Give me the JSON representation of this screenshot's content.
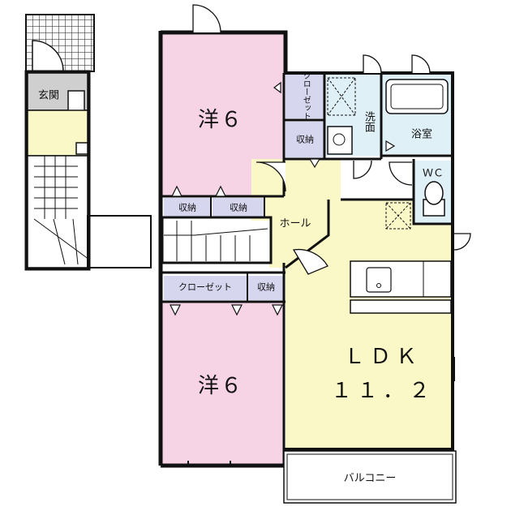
{
  "rooms": {
    "western_upper": "洋６",
    "western_lower": "洋６",
    "ldk": "ＬＤＫ",
    "ldk_size": "１１．２",
    "genkan": "玄関",
    "hall": "ホール",
    "washroom": "洗面",
    "bathroom": "浴室",
    "wc": "ＷＣ",
    "balcony": "バルコニー",
    "closet_vertical": "クローゼット",
    "closet_horizontal": "クローゼット",
    "storage": "収納"
  },
  "colors": {
    "western": "#f7d3e6",
    "ldk": "#fbf8c8",
    "water": "#dff0f7",
    "storage": "#d7d6ef",
    "genkan": "#cfcfcf",
    "wall": "#111111"
  }
}
